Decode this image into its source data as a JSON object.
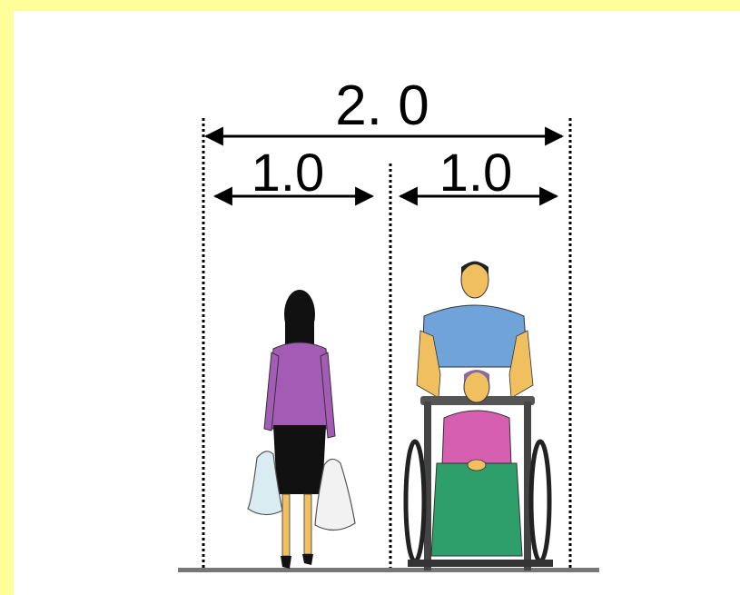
{
  "diagram": {
    "total_width_label": "2. 0",
    "left_lane_label": "1.0",
    "right_lane_label": "1.0",
    "figures": [
      {
        "id": "pedestrian",
        "description_icon": "woman-with-shopping-bags-icon"
      },
      {
        "id": "wheelchair",
        "description_icon": "person-pushing-wheelchair-icon"
      }
    ],
    "colors": {
      "page_border": "#ffff99",
      "background": "#ffffff",
      "woman_top": "#a35bb5",
      "woman_skirt": "#111111",
      "man_shirt": "#6fa3d9",
      "seated_top": "#d65fb2",
      "seated_skirt": "#2e9e6b",
      "ground": "#777777"
    }
  }
}
